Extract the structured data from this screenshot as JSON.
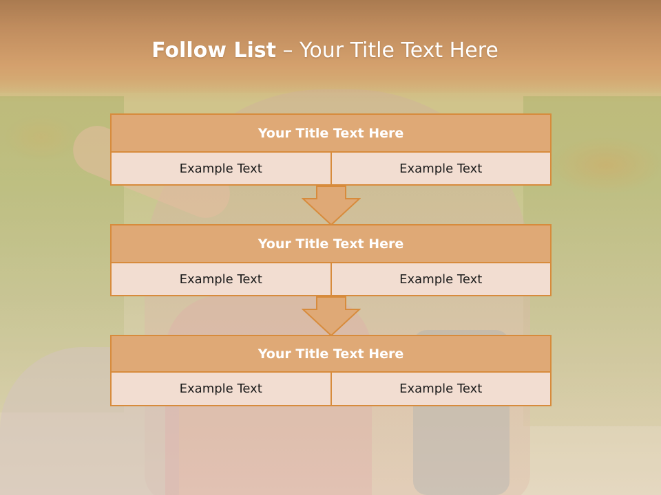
{
  "slide": {
    "title_strong": "Follow List",
    "title_rest": " – Your Title Text Here"
  },
  "steps": [
    {
      "title": "Your Title Text Here",
      "left": "Example Text",
      "right": "Example Text"
    },
    {
      "title": "Your Title Text Here",
      "left": "Example Text",
      "right": "Example Text"
    },
    {
      "title": "Your Title Text Here",
      "left": "Example Text",
      "right": "Example Text"
    }
  ],
  "colors": {
    "header_fill": "#dfa976",
    "border": "#d78b3c",
    "cell_fill": "#f2ddd1",
    "arrow_fill": "#dfa976"
  },
  "icons": {
    "connector": "down-arrow-icon"
  }
}
